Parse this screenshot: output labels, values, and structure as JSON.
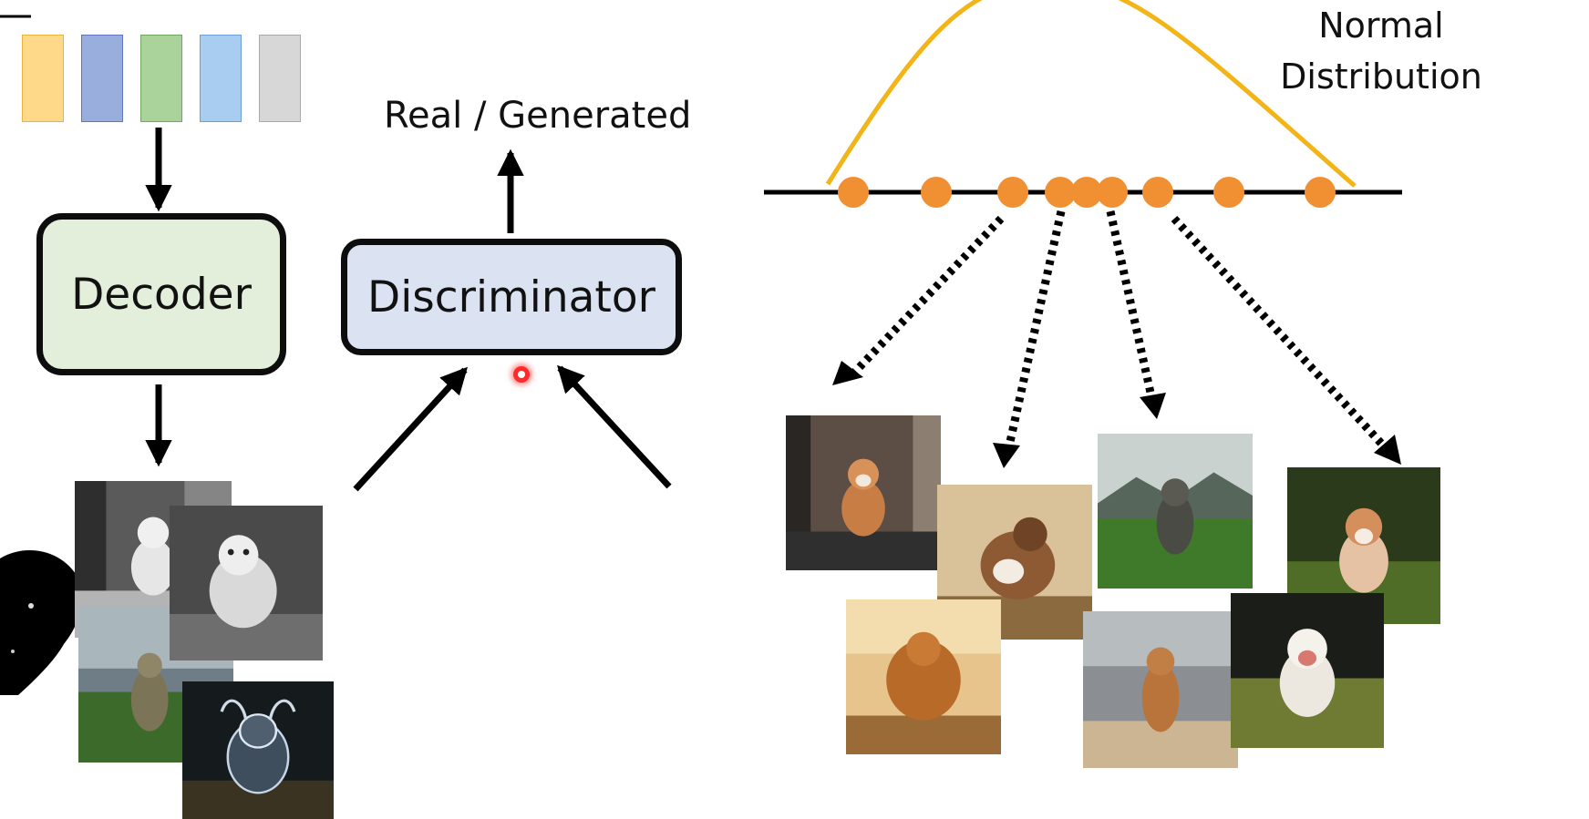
{
  "tokens": [
    {
      "fill": "#ffd98a",
      "border": "#e9b53c"
    },
    {
      "fill": "#9aaede",
      "border": "#5f76bd"
    },
    {
      "fill": "#a9d39a",
      "border": "#6fa85e"
    },
    {
      "fill": "#a9cdf0",
      "border": "#6d9fd4"
    },
    {
      "fill": "#d7d7d7",
      "border": "#a9a9a9"
    }
  ],
  "decoder": {
    "label": "Decoder",
    "fill": "#e3eedb"
  },
  "discriminator": {
    "label": "Discriminator",
    "fill": "#dbe3f3"
  },
  "output_label": "Real / Generated",
  "distribution": {
    "label_line1": "Normal",
    "label_line2": "Distribution",
    "curve_color": "#f2b417",
    "sample_color": "#f18f33"
  },
  "photo_icons": [
    "dog-photo-icon"
  ]
}
